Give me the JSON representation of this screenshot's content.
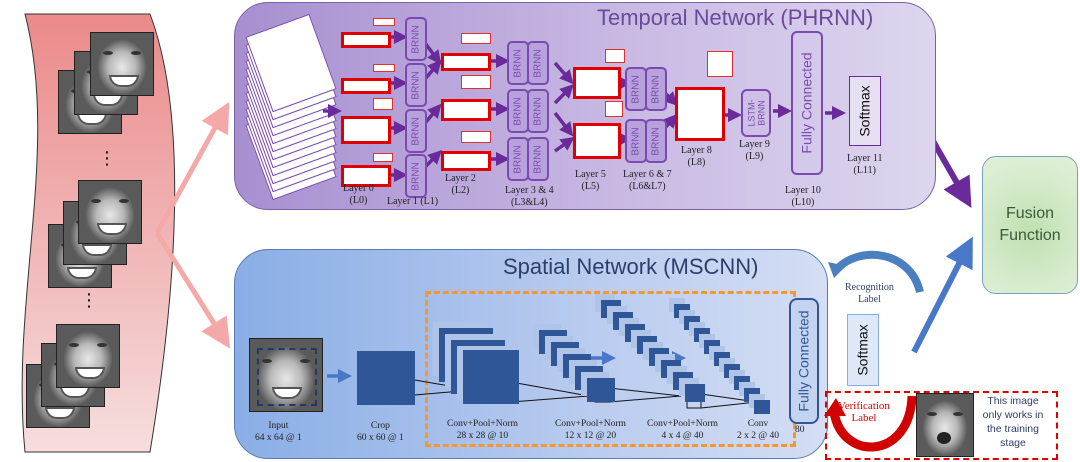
{
  "strip": {
    "icons": [
      "face-frame-icon",
      "ellipsis-icon"
    ],
    "ellipsis": "⋮"
  },
  "temporal": {
    "title": "Temporal Network (PHRNN)",
    "brnn_label": "BRNN",
    "layers": [
      {
        "name": "Layer 0",
        "code": "(L0)"
      },
      {
        "name": "Layer 1 (L1)",
        "code": ""
      },
      {
        "name": "Layer 2",
        "code": "(L2)"
      },
      {
        "name": "Layer 3 & 4",
        "code": "(L3&L4)"
      },
      {
        "name": "Layer 5",
        "code": "(L5)"
      },
      {
        "name": "Layer 6 & 7",
        "code": "(L6&L7)"
      },
      {
        "name": "Layer 8",
        "code": "(L8)"
      },
      {
        "name": "Layer 9",
        "code": "(L9)"
      },
      {
        "name": "Layer 10",
        "code": "(L10)"
      },
      {
        "name": "Layer 11",
        "code": "(L11)"
      }
    ],
    "lstm_label": "LSTM-\nBRNN",
    "fc_label": "Fully Connected",
    "softmax_label": "Softmax"
  },
  "spatial": {
    "title": "Spatial Network (MSCNN)",
    "stages": [
      {
        "name": "Input",
        "dims": "64 x 64 @ 1"
      },
      {
        "name": "Crop",
        "dims": "60 x 60 @ 1"
      },
      {
        "name": "Conv+Pool+Norm",
        "dims": "28 x 28 @ 10"
      },
      {
        "name": "Conv+Pool+Norm",
        "dims": "12 x 12 @ 20"
      },
      {
        "name": "Conv+Pool+Norm",
        "dims": "4 x 4 @ 40"
      },
      {
        "name": "Conv",
        "dims": "2 x 2 @ 40"
      }
    ],
    "fc_label": "Fully Connected",
    "fc_units": "80",
    "softmax_label": "Softmax",
    "recognition_label": "Recognition\nLabel",
    "verification_label": "Verification\nLabel",
    "training_note": "This image only works in the training stage"
  },
  "fusion": {
    "label_line1": "Fusion",
    "label_line2": "Function"
  },
  "colors": {
    "temporal_accent": "#7a4ab0",
    "spatial_accent": "#2f5797",
    "highlight_red": "#e00000",
    "dashed_orange": "#f7962e",
    "fusion_green": "#cfe7c4",
    "input_strip": "#eb8e8e"
  }
}
